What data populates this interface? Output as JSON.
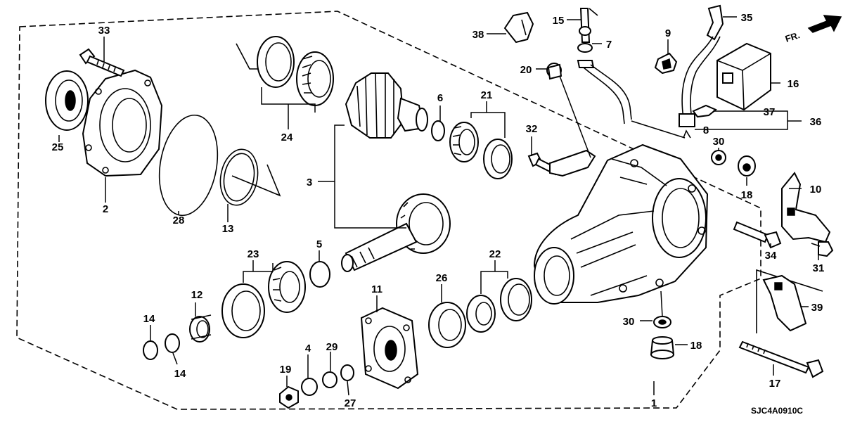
{
  "diagram": {
    "diagram_code": "SJC4A0910C",
    "direction_label": "FR.",
    "labels": {
      "p1": "1",
      "p2": "2",
      "p3": "3",
      "p4": "4",
      "p5": "5",
      "p6": "6",
      "p7": "7",
      "p8": "8",
      "p9": "9",
      "p10": "10",
      "p11": "11",
      "p12": "12",
      "p13": "13",
      "p14a": "14",
      "p14b": "14",
      "p15": "15",
      "p16": "16",
      "p17": "17",
      "p18a": "18",
      "p18b": "18",
      "p19": "19",
      "p20": "20",
      "p21": "21",
      "p22": "22",
      "p23": "23",
      "p24": "24",
      "p25": "25",
      "p26": "26",
      "p27": "27",
      "p28": "28",
      "p29": "29",
      "p30a": "30",
      "p30b": "30",
      "p31": "31",
      "p32": "32",
      "p33": "33",
      "p34": "34",
      "p35": "35",
      "p36": "36",
      "p37": "37",
      "p38": "38",
      "p39": "39"
    }
  }
}
